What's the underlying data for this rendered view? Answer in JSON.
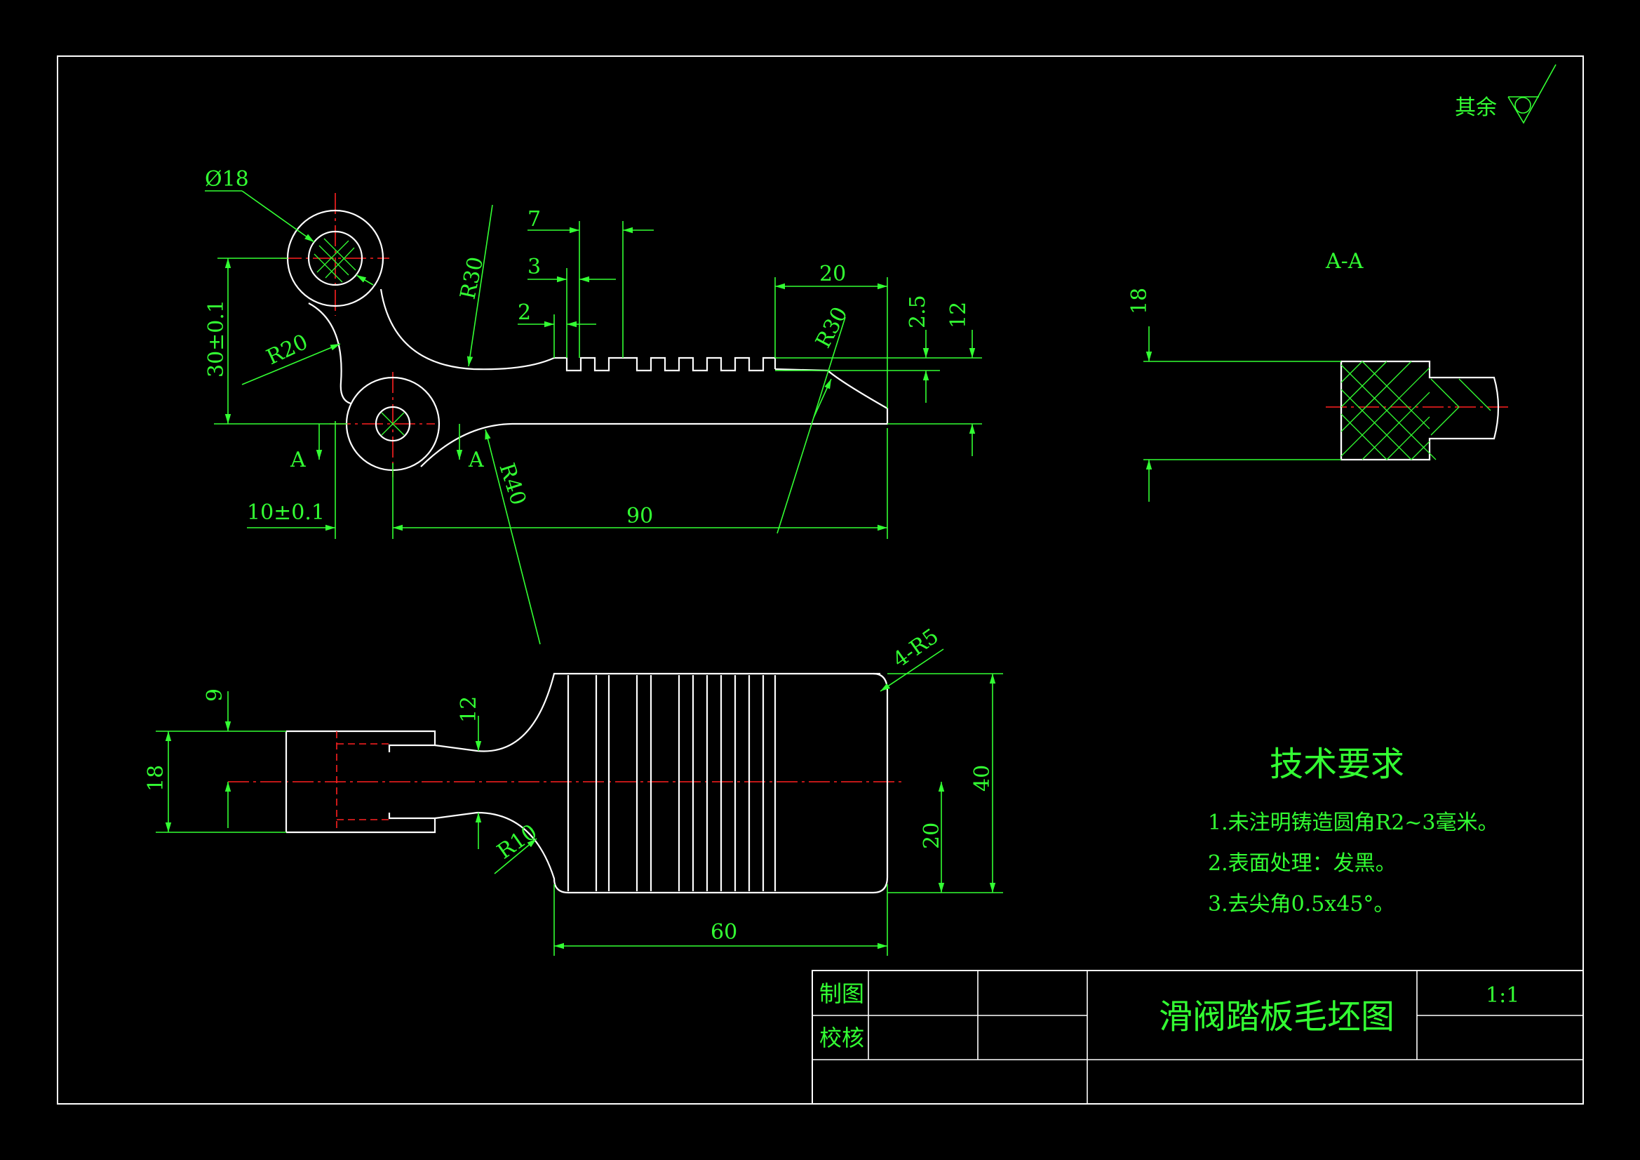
{
  "colors": {
    "background": "#000000",
    "geometry": "#ffffff",
    "annotation": "#33ff33",
    "centerline": "#ff2020"
  },
  "surface_note": {
    "label": "其余"
  },
  "section": {
    "title": "A-A",
    "dim_18": "18"
  },
  "front_view": {
    "dia18": "Ø18",
    "r20": "R20",
    "r30_top": "R30",
    "r30_right": "R30",
    "r40": "R40",
    "dim_7": "7",
    "dim_3": "3",
    "dim_2": "2",
    "dim_20": "20",
    "dim_2_5": "2.5",
    "dim_12": "12",
    "dim_30": "30±0.1",
    "dim_10": "10±0.1",
    "dim_90": "90",
    "section_mark_left": "A",
    "section_mark_right": "A"
  },
  "top_view": {
    "dim_9": "9",
    "dim_18": "18",
    "dim_12": "12",
    "r10": "R10",
    "r5": "4-R5",
    "dim_40": "40",
    "dim_20": "20",
    "dim_60": "60"
  },
  "tech_requirements": {
    "title": "技术要求",
    "items": [
      "1.未注明铸造圆角R2~3毫米。",
      "2.表面处理：发黑。",
      "3.去尖角0.5x45°。"
    ]
  },
  "title_block": {
    "drawn_label": "制图",
    "checked_label": "校核",
    "part_name": "滑阀踏板毛坯图",
    "scale": "1:1"
  }
}
